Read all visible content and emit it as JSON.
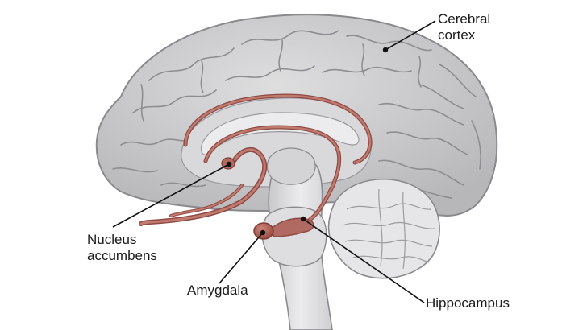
{
  "figure": {
    "labels": {
      "cerebral_cortex": "Cerebral\ncortex",
      "nucleus_accumbens": "Nucleus\naccumbens",
      "amygdala": "Amygdala",
      "hippocampus": "Hippocampus"
    },
    "colors": {
      "cortex_fill": "#c9c9cb",
      "cortex_stroke": "#8a8a8e",
      "limbic": "#b06a62",
      "limbic_dark": "#8e4a43",
      "brainstem": "#dcdcde",
      "cerebellum": "#e6e6e8",
      "leader_line": "#111111",
      "background": "#ffffff"
    }
  }
}
